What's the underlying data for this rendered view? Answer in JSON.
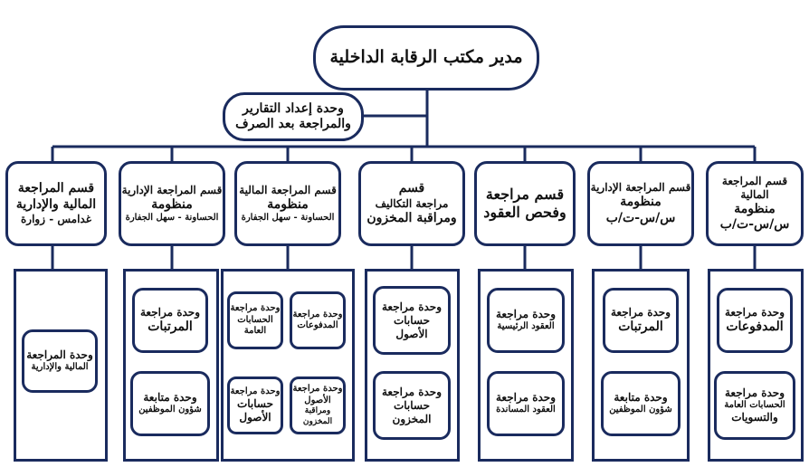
{
  "top": {
    "line1": "مدير مكتب الرقابة الداخلية"
  },
  "reports": {
    "line1": "وحدة إعداد التقارير",
    "line2": "والمراجعة بعد الصرف"
  },
  "departments": [
    {
      "line1": "قسم المراجعة المالية",
      "line2": "منظومة",
      "line3": "س/س-ت/ب"
    },
    {
      "line1": "قسم المراجعة الإدارية",
      "line2": "منظومة",
      "line3": "س/س-ت/ب"
    },
    {
      "line1": "قسم مراجعة",
      "line2": "وفحص العقود",
      "line3": ""
    },
    {
      "line1": "قسم",
      "line2": "مراجعة التكاليف",
      "line3": "ومراقبة المخزون"
    },
    {
      "line1": "قسم المراجعة المالية",
      "line2": "منظومة",
      "line3": "الحساونة - سهل الجفارة"
    },
    {
      "line1": "قسم المراجعة الإدارية",
      "line2": "منظومة",
      "line3": "الحساونة - سهل الجفارة"
    },
    {
      "line1": "قسم المراجعة",
      "line2": "المالية والإدارية",
      "line3": "غدامس - زوارة"
    }
  ],
  "units": {
    "p1": [
      {
        "l1": "وحدة مراجعة",
        "l2": "المدفوعات",
        "l3": ""
      },
      {
        "l1": "وحدة مراجعة",
        "l2": "الحسابات العامة",
        "l3": "والتسويات"
      }
    ],
    "p2": [
      {
        "l1": "وحدة مراجعة",
        "l2": "المرتبات",
        "l3": ""
      },
      {
        "l1": "وحدة متابعة",
        "l2": "شؤون الموظفين",
        "l3": ""
      }
    ],
    "p3": [
      {
        "l1": "وحدة مراجعة",
        "l2": "العقود الرئيسية",
        "l3": ""
      },
      {
        "l1": "وحدة مراجعة",
        "l2": "العقود المساندة",
        "l3": ""
      }
    ],
    "p4": [
      {
        "l1": "وحدة مراجعة",
        "l2": "حسابات",
        "l3": "الأصول"
      },
      {
        "l1": "وحدة مراجعة",
        "l2": "حسابات",
        "l3": "المخزون"
      }
    ],
    "p5": [
      {
        "l1": "وحدة مراجعة",
        "l2": "المدفوعات",
        "l3": ""
      },
      {
        "l1": "وحدة مراجعة",
        "l2": "الحسابات",
        "l3": "العامة"
      },
      {
        "l1": "وحدة مراجعة",
        "l2": "الأصول",
        "l3": "ومراقبة المخزون"
      },
      {
        "l1": "وحدة مراجعة",
        "l2": "حسابات",
        "l3": "الأصول"
      }
    ],
    "p6": [
      {
        "l1": "وحدة مراجعة",
        "l2": "المرتبات",
        "l3": ""
      },
      {
        "l1": "وحدة متابعة",
        "l2": "شؤون الموظفين",
        "l3": ""
      }
    ],
    "p7": [
      {
        "l1": "وحدة المراجعة",
        "l2": "المالية والإدارية",
        "l3": ""
      }
    ]
  }
}
